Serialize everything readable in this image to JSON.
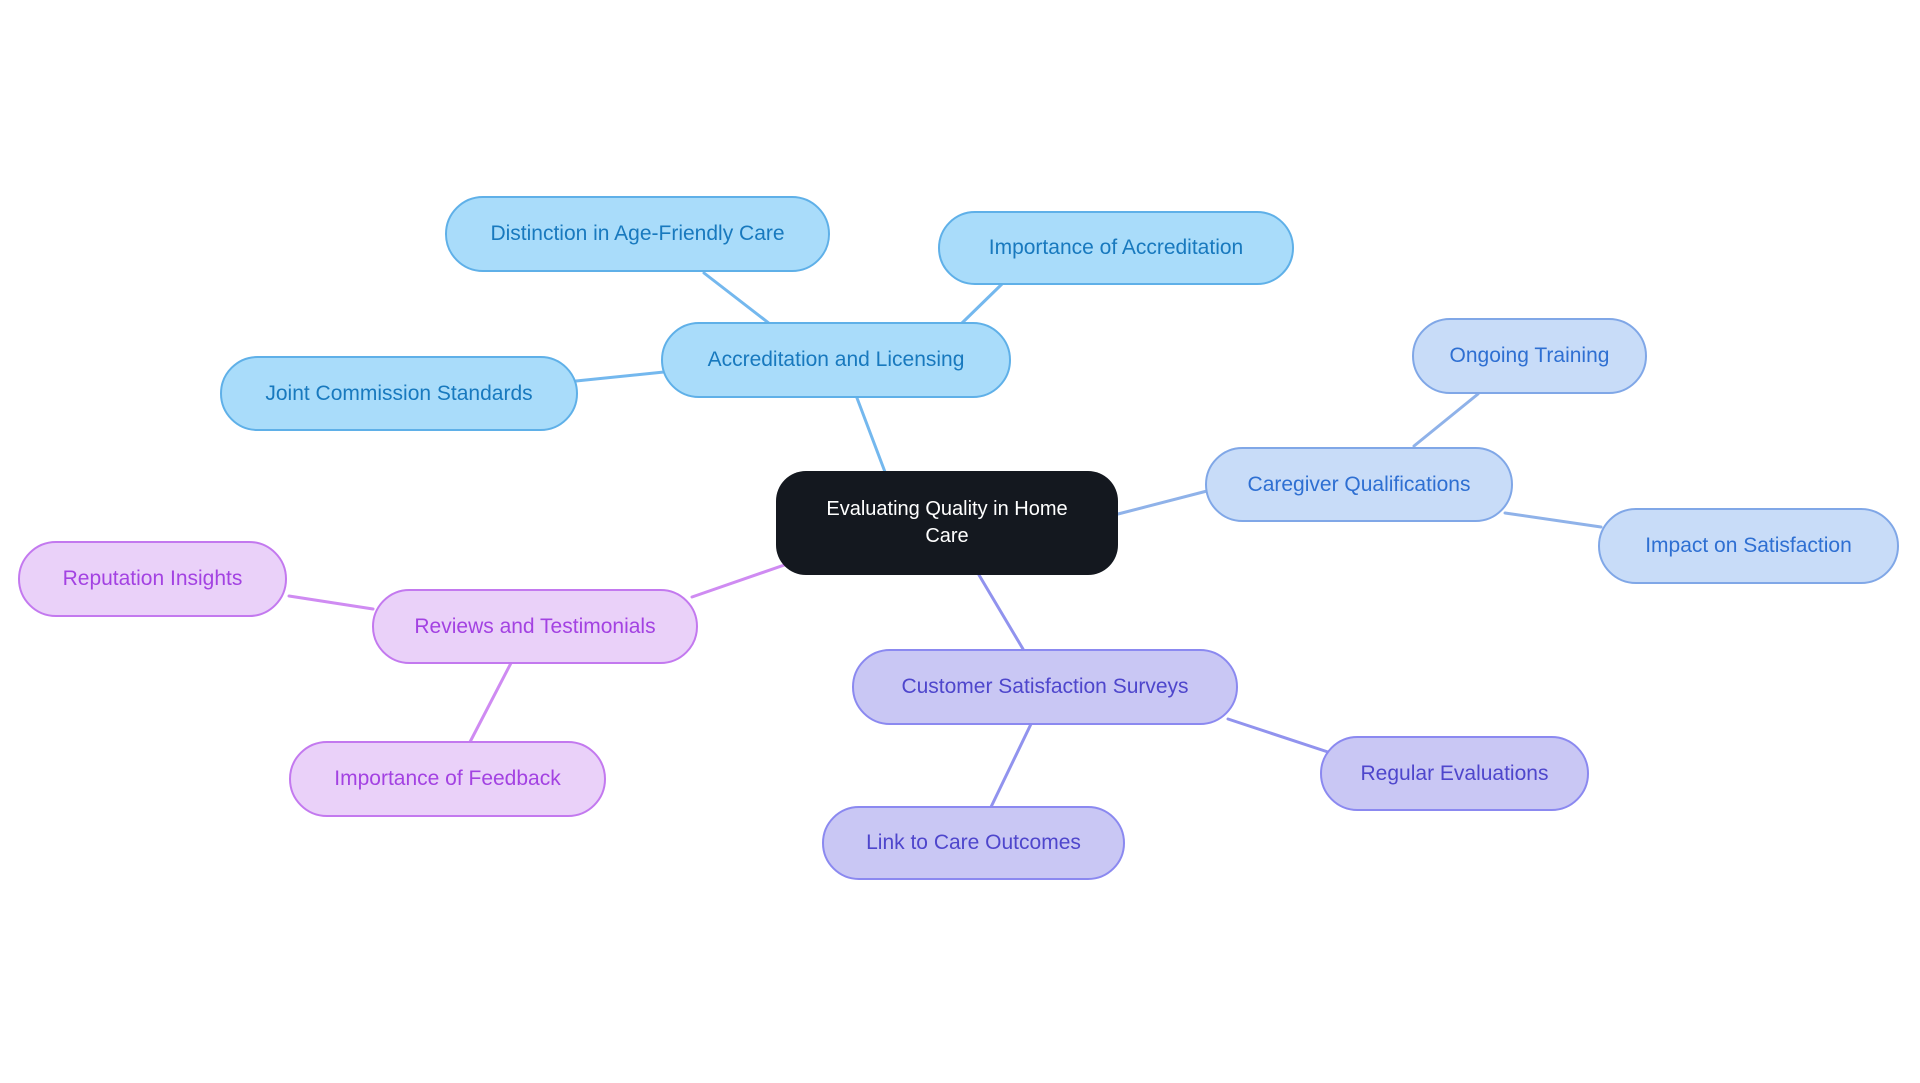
{
  "mindmap": {
    "root": {
      "label": "Evaluating Quality in Home Care",
      "fill": "#14181f",
      "text_color": "#ffffff"
    },
    "branches": [
      {
        "label": "Accreditation and Licensing",
        "fill": "#a9dcfa",
        "border": "#5fb0e8",
        "text_color": "#1879be",
        "line_color": "#74b8ee",
        "children": [
          {
            "label": "Distinction in Age-Friendly Care"
          },
          {
            "label": "Importance of Accreditation"
          },
          {
            "label": "Joint Commission Standards"
          }
        ]
      },
      {
        "label": "Caregiver Qualifications",
        "fill": "#c8dcf8",
        "border": "#80a7e7",
        "text_color": "#2e6fd2",
        "line_color": "#8fb2e9",
        "children": [
          {
            "label": "Ongoing Training"
          },
          {
            "label": "Impact on Satisfaction"
          }
        ]
      },
      {
        "label": "Customer Satisfaction Surveys",
        "fill": "#c9c7f4",
        "border": "#8b89f0",
        "text_color": "#4e46cc",
        "line_color": "#9193ee",
        "children": [
          {
            "label": "Regular Evaluations"
          },
          {
            "label": "Link to Care Outcomes"
          }
        ]
      },
      {
        "label": "Reviews and Testimonials",
        "fill": "#ead1f9",
        "border": "#c379ef",
        "text_color": "#a342e2",
        "line_color": "#cf8bf2",
        "children": [
          {
            "label": "Reputation Insights"
          },
          {
            "label": "Importance of Feedback"
          }
        ]
      }
    ]
  }
}
